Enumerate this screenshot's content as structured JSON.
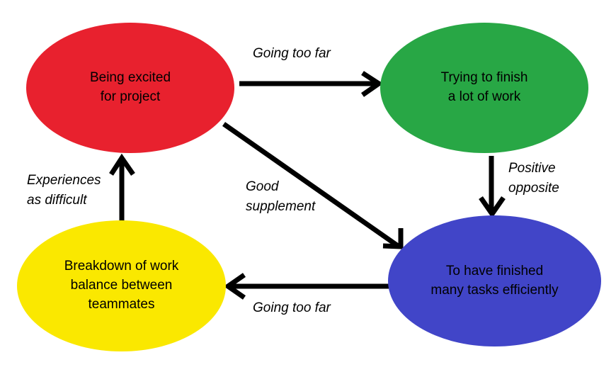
{
  "diagram": {
    "type": "concept-map",
    "background": "#FFFFFF",
    "nodes": [
      {
        "id": "excited",
        "label": "Being excited\nfor project",
        "color": "#E8212E",
        "text_color": "#000000"
      },
      {
        "id": "finish",
        "label": "Trying to finish\na lot of work",
        "color": "#28A745",
        "text_color": "#000000"
      },
      {
        "id": "breakdown",
        "label": "Breakdown of work\nbalance between\nteammates",
        "color": "#FAE800",
        "text_color": "#000000"
      },
      {
        "id": "efficient",
        "label": "To have finished\nmany tasks efficiently",
        "color": "#4145C8",
        "text_color": "#000000"
      }
    ],
    "edges": [
      {
        "id": "excited-to-finish",
        "label": "Going too far",
        "from": "excited",
        "to": "finish",
        "color": "#000000"
      },
      {
        "id": "finish-to-efficient",
        "label": "Positive\nopposite",
        "from": "finish",
        "to": "efficient",
        "color": "#000000"
      },
      {
        "id": "excited-to-efficient",
        "label": "Good\nsupplement",
        "from": "excited",
        "to": "efficient",
        "color": "#000000"
      },
      {
        "id": "efficient-to-breakdown",
        "label": "Going too far",
        "from": "efficient",
        "to": "breakdown",
        "color": "#000000"
      },
      {
        "id": "breakdown-to-excited",
        "label": "Experiences\nas difficult",
        "from": "breakdown",
        "to": "excited",
        "color": "#000000"
      }
    ]
  }
}
